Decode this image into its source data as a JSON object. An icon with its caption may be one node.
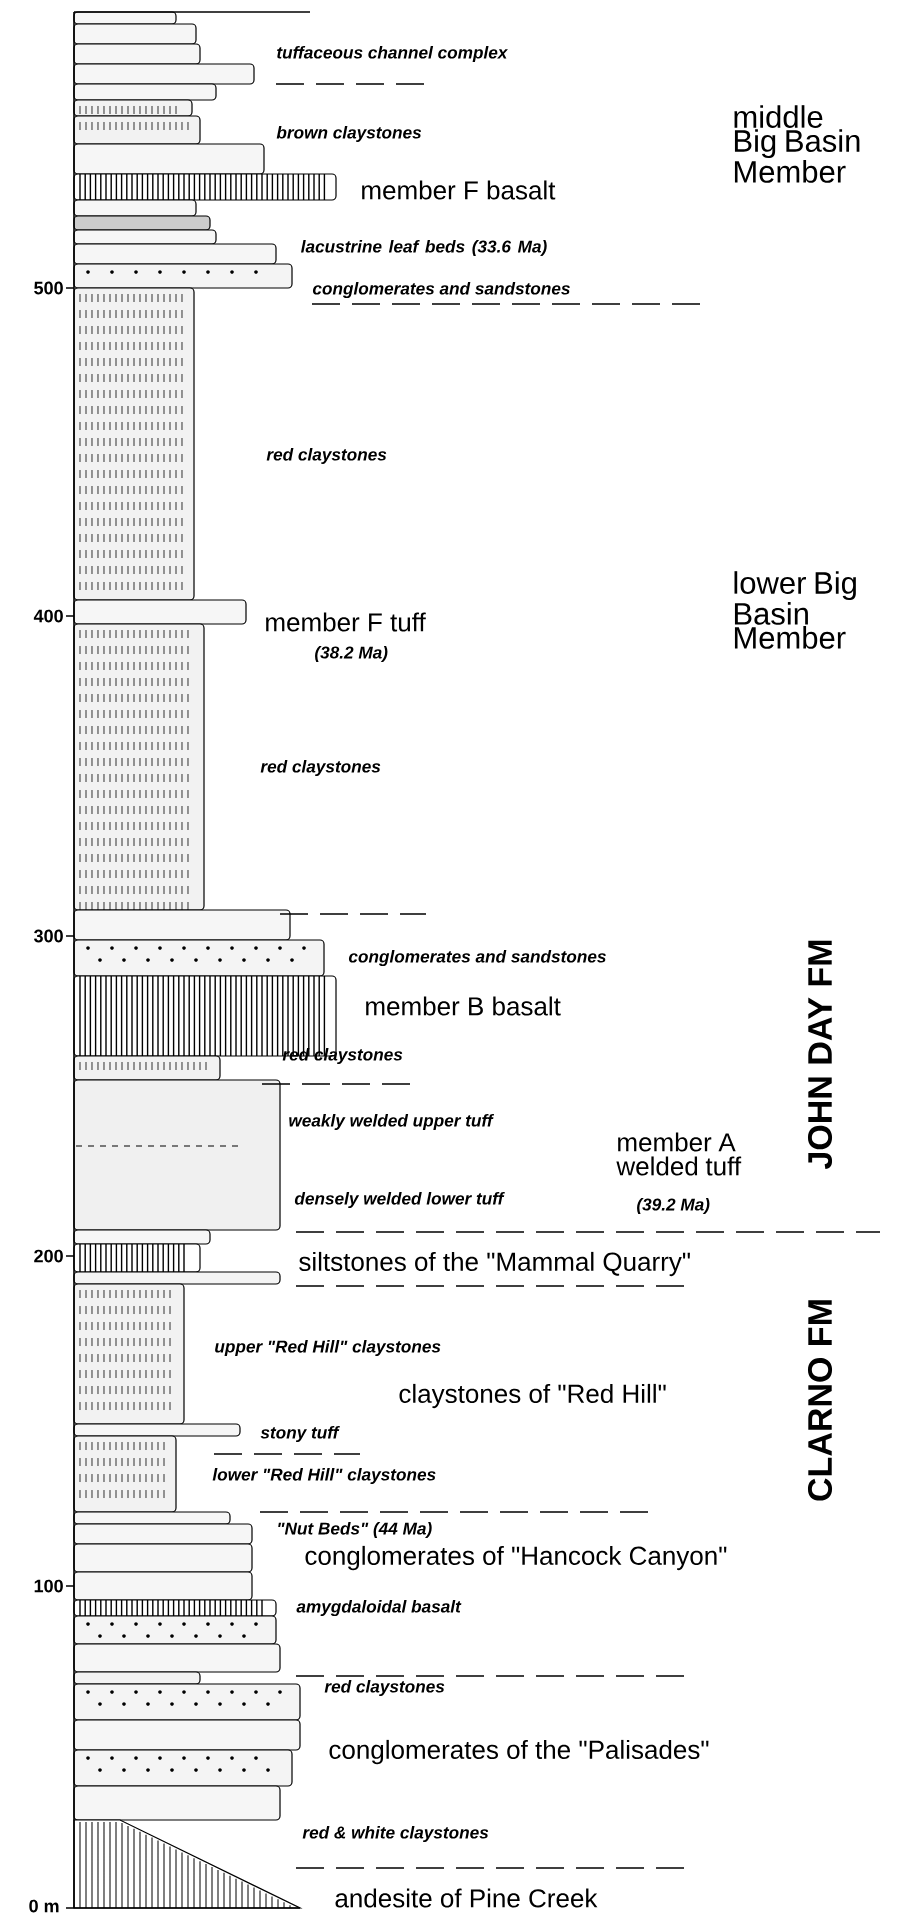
{
  "diagram": {
    "labels": [
      "tuffaceous channel complex",
      "middle Big Basin Member",
      "brown claystones",
      "member F basalt",
      "lacustrine leaf beds (33.6 Ma)",
      "conglomerates and sandstones",
      "500",
      "red claystones",
      "lower Big Basin Member",
      "400",
      "member F tuff",
      "(38.2 Ma)",
      "red claystones",
      "300",
      "conglomerates and sandstones",
      "JOHN DAY FM",
      "member B basalt",
      "red claystones",
      "weakly welded upper tuff",
      "member A welded tuff",
      "densely welded lower tuff",
      "(39.2 Ma)",
      "200",
      "siltstones of the \"Mammal Quarry\"",
      "CLARNO FM",
      "upper \"Red Hill\" claystones",
      "claystones of \"Red Hill\"",
      "stony tuff",
      "lower \"Red Hill\" claystones",
      "\"Nut Beds\" (44 Ma)",
      "conglomerates of \"Hancock Canyon\"",
      "100",
      "amygdaloidal basalt",
      "red claystones",
      "conglomerates of the \"Palisades\"",
      "red & white claystones",
      "0 m",
      "andesite of Pine Creek"
    ]
  }
}
